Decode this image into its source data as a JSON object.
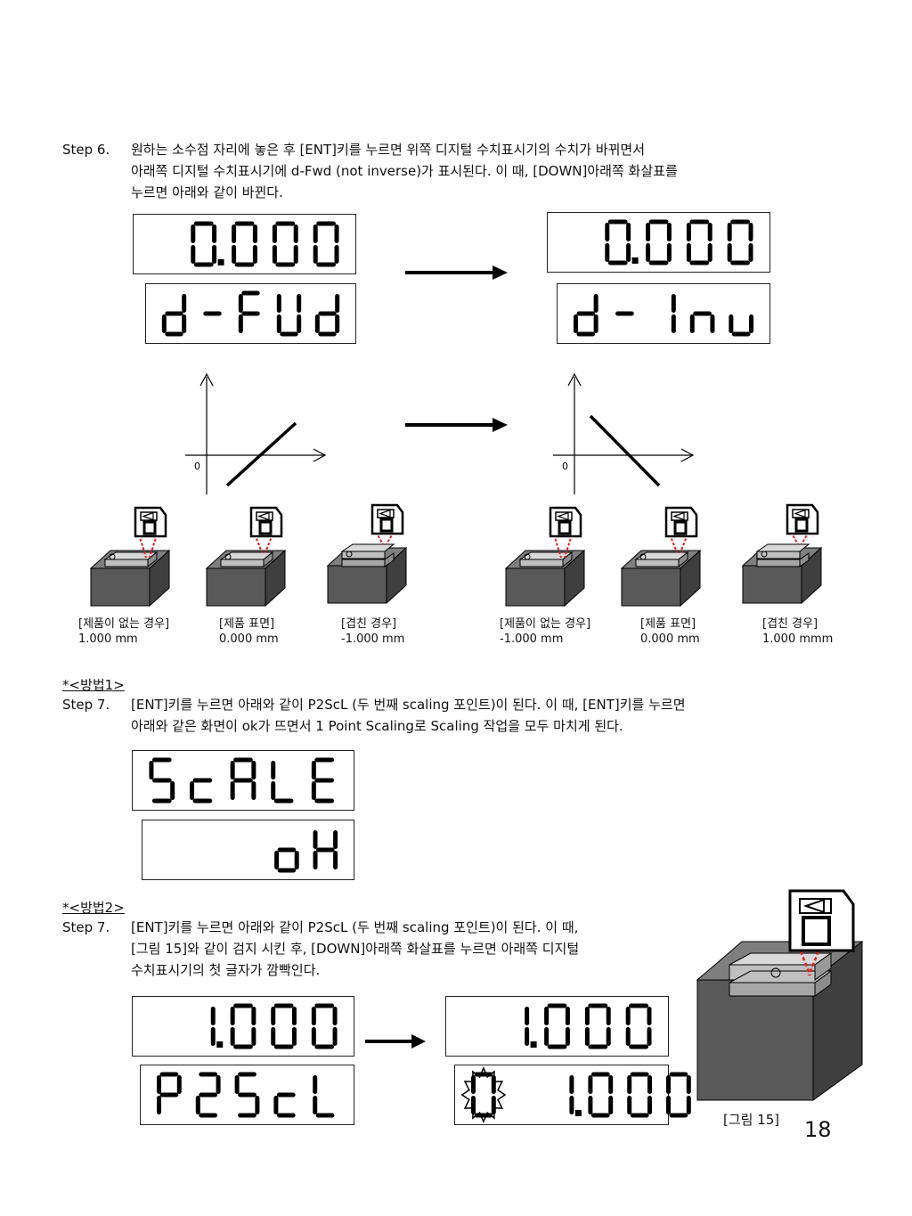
{
  "step6": {
    "label": "Step 6.",
    "line1": "원하는 소수점 자리에 놓은 후 [ENT]키를 누르면 위쪽 디지털 수치표시기의 수치가 바뀌면서",
    "line2": "아래쪽 디지털 수치표시기에 d-Fwd (not inverse)가 표시된다. 이 때, [DOWN]아래쪽 화살표를",
    "line3": "누르면 아래와 같이 바뀐다."
  },
  "displays": {
    "left_top": "0.000",
    "left_bottom": "d-Fwd",
    "right_top": "0.000",
    "right_bottom": "d-Inv",
    "scale_top": "ScALE",
    "scale_bottom": "oK",
    "m2_left_top": "1.000",
    "m2_left_bottom": "P2ScL",
    "m2_right_top": "1.000",
    "m2_right_bottom": "0 1.000"
  },
  "graphs": {
    "left_origin": "0",
    "right_origin": "0"
  },
  "captions_left": [
    {
      "title": "[제품이 없는 경우]",
      "value": "1.000 mm"
    },
    {
      "title": "[제품 표면]",
      "value": "0.000 mm"
    },
    {
      "title": "[겹친 경우]",
      "value": "-1.000 mm"
    }
  ],
  "captions_right": [
    {
      "title": "[제품이 없는 경우]",
      "value": "-1.000 mm"
    },
    {
      "title": "[제품 표면]",
      "value": "0.000 mm"
    },
    {
      "title": "[겹친 경우]",
      "value": "1.000 mmm"
    }
  ],
  "method1": {
    "heading": "*<방법1>",
    "label": "Step 7.",
    "line1": "[ENT]키를 누르면 아래와 같이 P2ScL (두 번째 scaling 포인트)이 된다. 이 때, [ENT]키를 누르면",
    "line2": "아래와 같은 화면이 ok가 뜨면서 1 Point Scaling로 Scaling 작업을 모두 마치게 된다."
  },
  "method2": {
    "heading": "*<방법2>",
    "label": "Step 7.",
    "line1": "[ENT]키를 누르면 아래와 같이 P2ScL (두 번째 scaling 포인트)이 된다. 이 때,",
    "line2": "[그림 15]와 같이 검지 시킨 후, [DOWN]아래쪽 화살표를 누르면 아래쪽 디지털",
    "line3": "수치표시기의 첫 글자가 깜빡인다."
  },
  "figure15_caption": "[그림 15]",
  "page_number": "18"
}
